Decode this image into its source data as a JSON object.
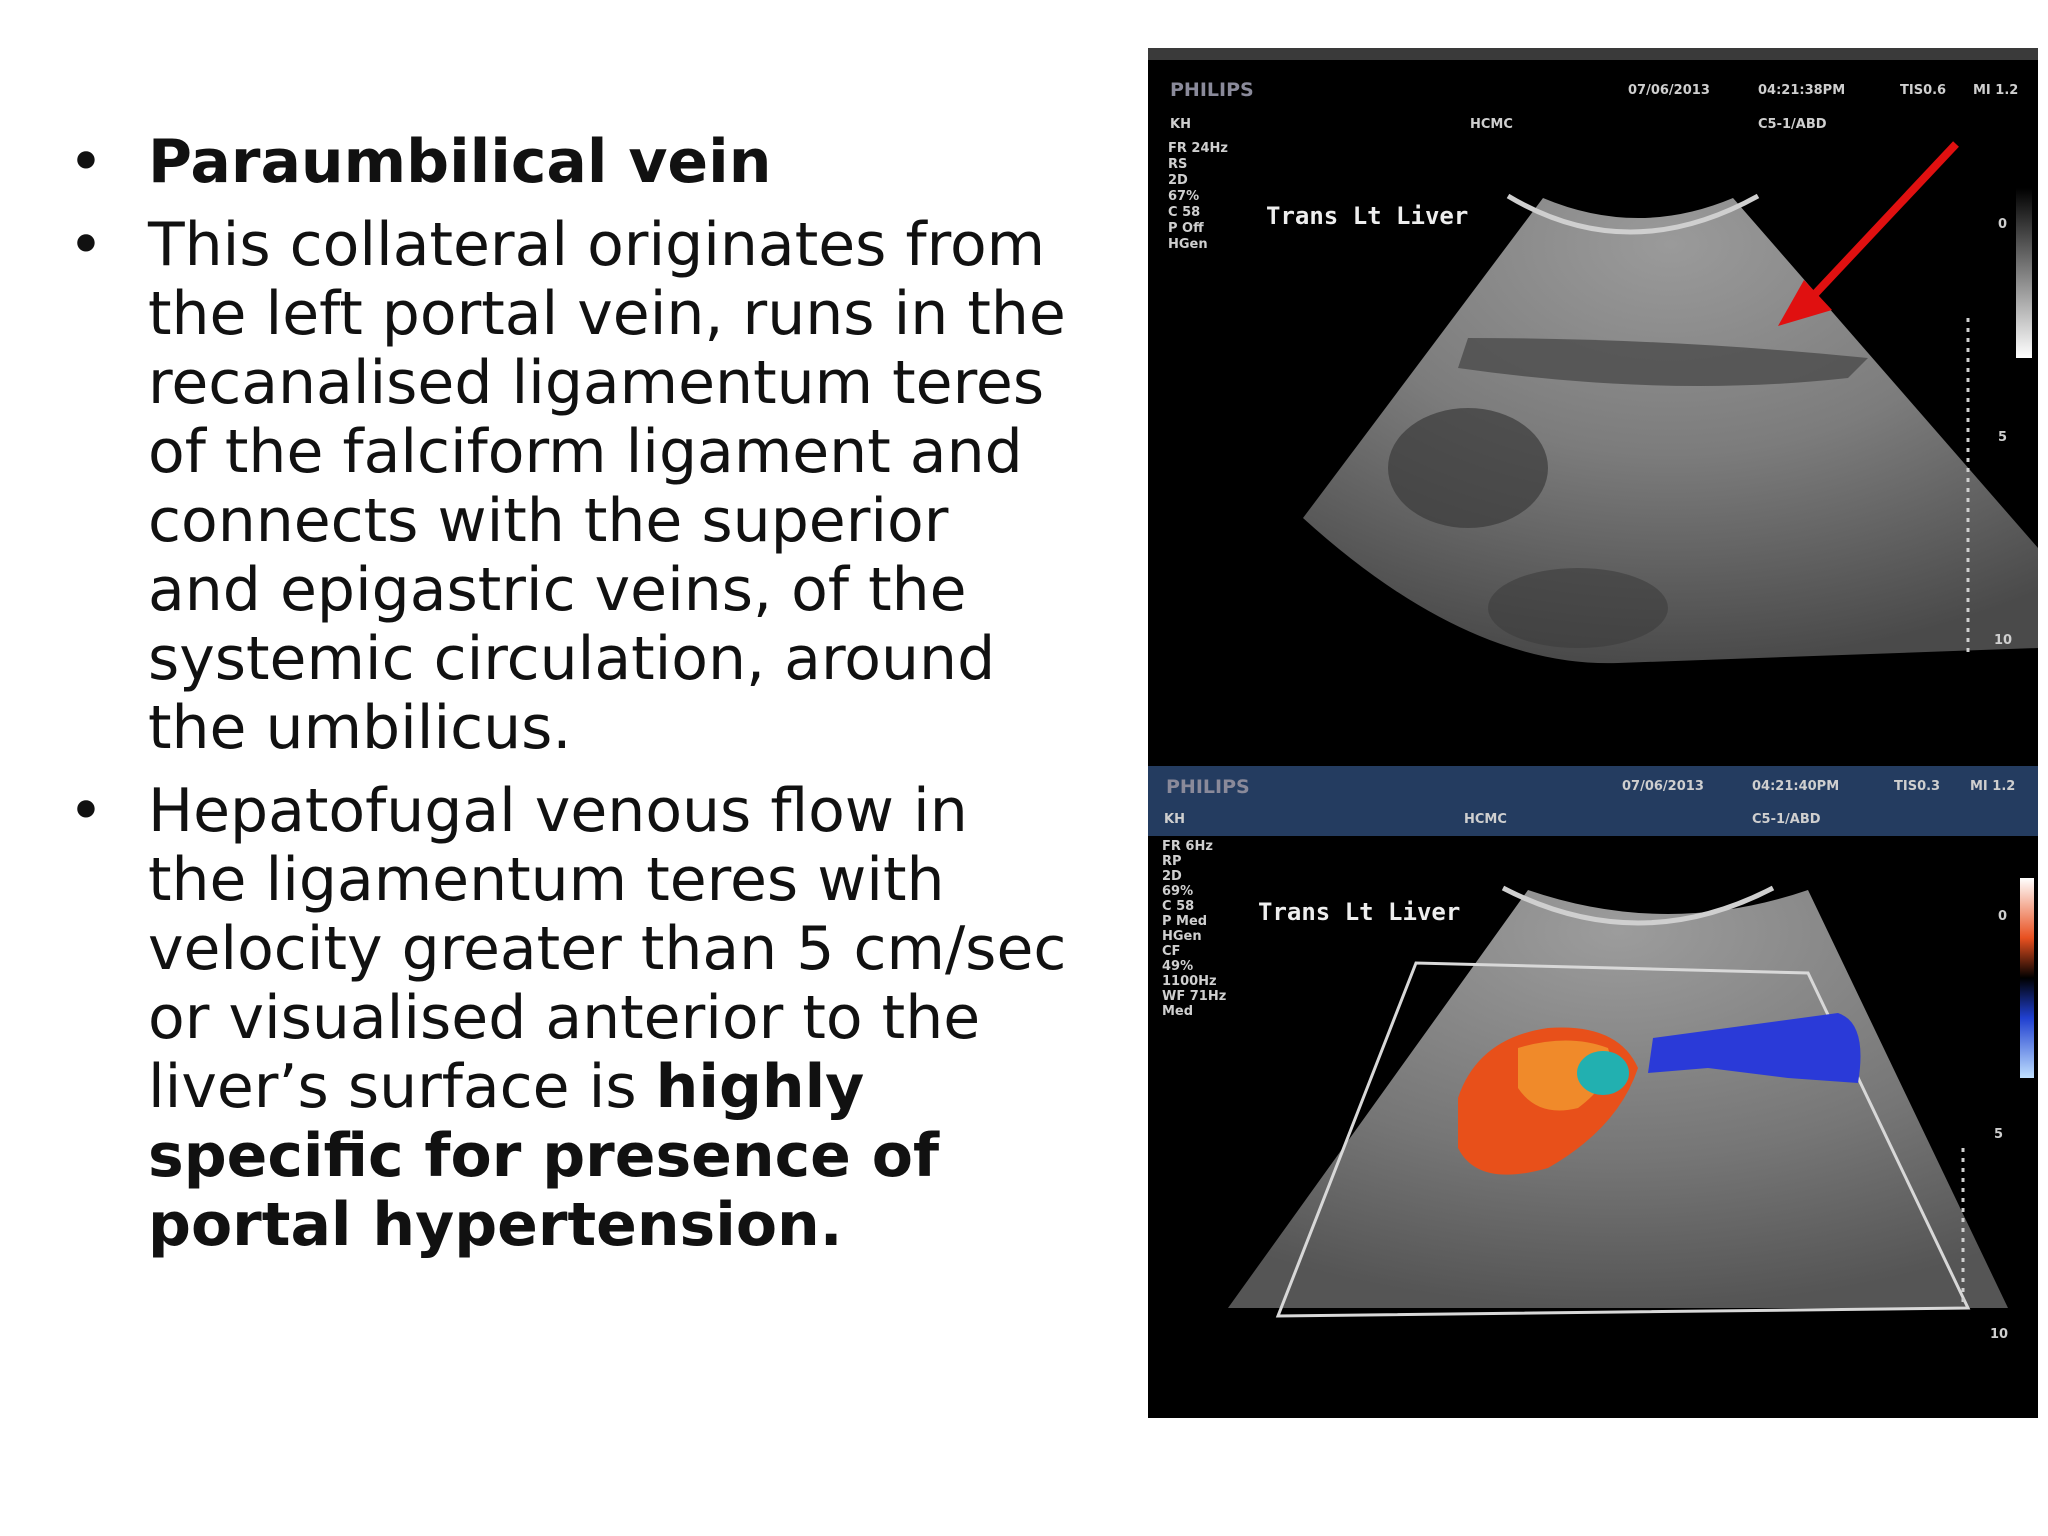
{
  "slide": {
    "bullets": [
      {
        "parts": [
          {
            "text": "Paraumbilical vein",
            "bold": true
          }
        ]
      },
      {
        "parts": [
          {
            "text": "This collateral originates from the left portal vein, runs in the recanalised ligamentum teres of the falciform ligament and connects with the superior and epigastric veins, of the systemic circulation, around the umbilicus.",
            "bold": false
          }
        ]
      },
      {
        "parts": [
          {
            "text": "Hepatofugal venous flow in the ligamentum teres with velocity greater than 5 cm/sec or visualised anterior to the liver’s surface is ",
            "bold": false
          },
          {
            "text": "highly specific for presence of portal hypertension.",
            "bold": true
          }
        ]
      }
    ]
  },
  "ultrasound": {
    "top": {
      "brand": "PHILIPS",
      "date": "07/06/2013",
      "time": "04:21:38PM",
      "tis": "TIS0.6",
      "mi": "MI 1.2",
      "user": "KH",
      "site": "HCMC",
      "probe": "C5-1/ABD",
      "params": [
        "FR 24Hz",
        "RS",
        "2D",
        "67%",
        "C 58",
        "P Off",
        "HGen"
      ],
      "view_label": "Trans  Lt Liver",
      "depth_ticks": [
        "0",
        "5",
        "10"
      ]
    },
    "bottom": {
      "brand": "PHILIPS",
      "date": "07/06/2013",
      "time": "04:21:40PM",
      "tis": "TIS0.3",
      "mi": "MI 1.2",
      "user": "KH",
      "site": "HCMC",
      "probe": "C5-1/ABD",
      "params": [
        "FR 6Hz",
        "RP",
        "2D",
        "69%",
        "C 58",
        "P Med",
        "HGen",
        "CF",
        "49%",
        "1100Hz",
        "WF 71Hz",
        "Med"
      ],
      "view_label": "Trans  Lt Liver",
      "depth_ticks": [
        "0",
        "5",
        "10"
      ]
    },
    "colors": {
      "arrow": "#e01010",
      "doppler_red": "#e8501a",
      "doppler_orange": "#f08a2a",
      "doppler_blue": "#2a3ad8",
      "header_band": "#243c60"
    }
  }
}
